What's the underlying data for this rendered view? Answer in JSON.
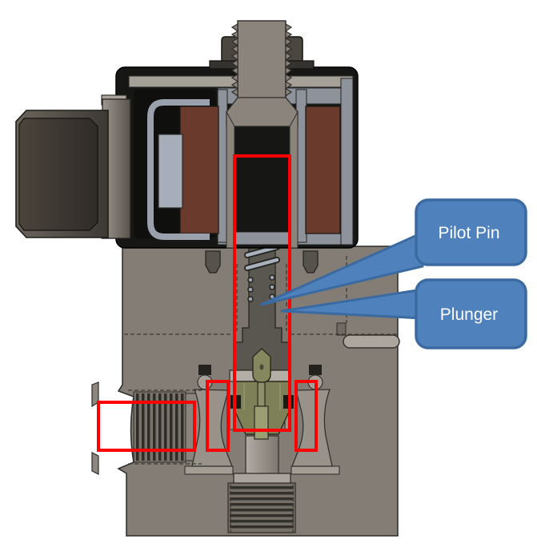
{
  "callouts": [
    {
      "label": "Pilot Pin"
    },
    {
      "label": "Plunger"
    }
  ],
  "annotations": {
    "highlight_count": 4
  },
  "colors": {
    "background": "#ffffff",
    "callout_fill": "#4f81bd",
    "callout_border": "#3b6aa0",
    "callout_text": "#ffffff",
    "annotation_red": "#fe0000"
  }
}
